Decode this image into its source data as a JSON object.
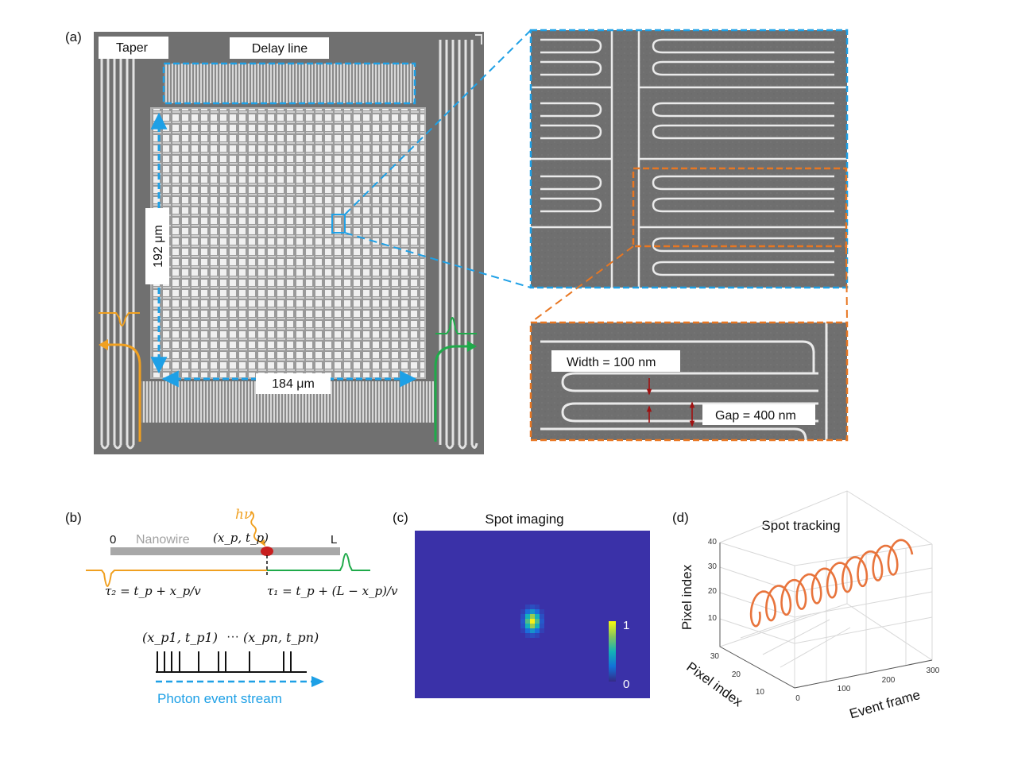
{
  "colors": {
    "blue": "#1ea0e6",
    "orange": "#e87722",
    "green": "#1faa4a",
    "amber": "#f0a020",
    "dark_red": "#a01010",
    "sem_gray": "#6e6e6e",
    "sem_light": "#e6e6e6",
    "nanowire_gray": "#a8a8a8",
    "photon_red": "#c81e1e",
    "heatmap_bg": "#3a31a8",
    "spiral": "#e8743c"
  },
  "panel_a": {
    "label": "(a)",
    "taper_label": "Taper",
    "delay_line_label": "Delay line",
    "height_label": "192 μm",
    "width_label": "184 μm"
  },
  "zoom": {
    "width_label": "Width = 100 nm",
    "gap_label": "Gap = 400 nm"
  },
  "panel_b": {
    "label": "(b)",
    "photon_label": "hν",
    "zero_label": "0",
    "nanowire_label": "Nanowire",
    "position_label": "(x_p, t_p)",
    "length_label": "L",
    "tau2_label": "τ₂ = t_p + x_p/v",
    "tau1_label": "τ₁ = t_p + (L − x_p)/v",
    "event_first": "(x_p1, t_p1)",
    "ellipsis": "···",
    "event_last": "(x_pn, t_pn)",
    "stream_label": "Photon event stream"
  },
  "panel_c": {
    "label": "(c)",
    "title": "Spot imaging",
    "colorbar_max": "1",
    "colorbar_min": "0"
  },
  "panel_d": {
    "label": "(d)",
    "title": "Spot tracking",
    "ylabel": "Pixel index",
    "xlabel": "Pixel index",
    "zlabel": "Event frame",
    "vertical_ticks": [
      "10",
      "20",
      "30",
      "40"
    ],
    "depth_ticks": [
      "10",
      "20",
      "30"
    ],
    "frame_ticks": [
      "0",
      "100",
      "200",
      "300"
    ]
  }
}
